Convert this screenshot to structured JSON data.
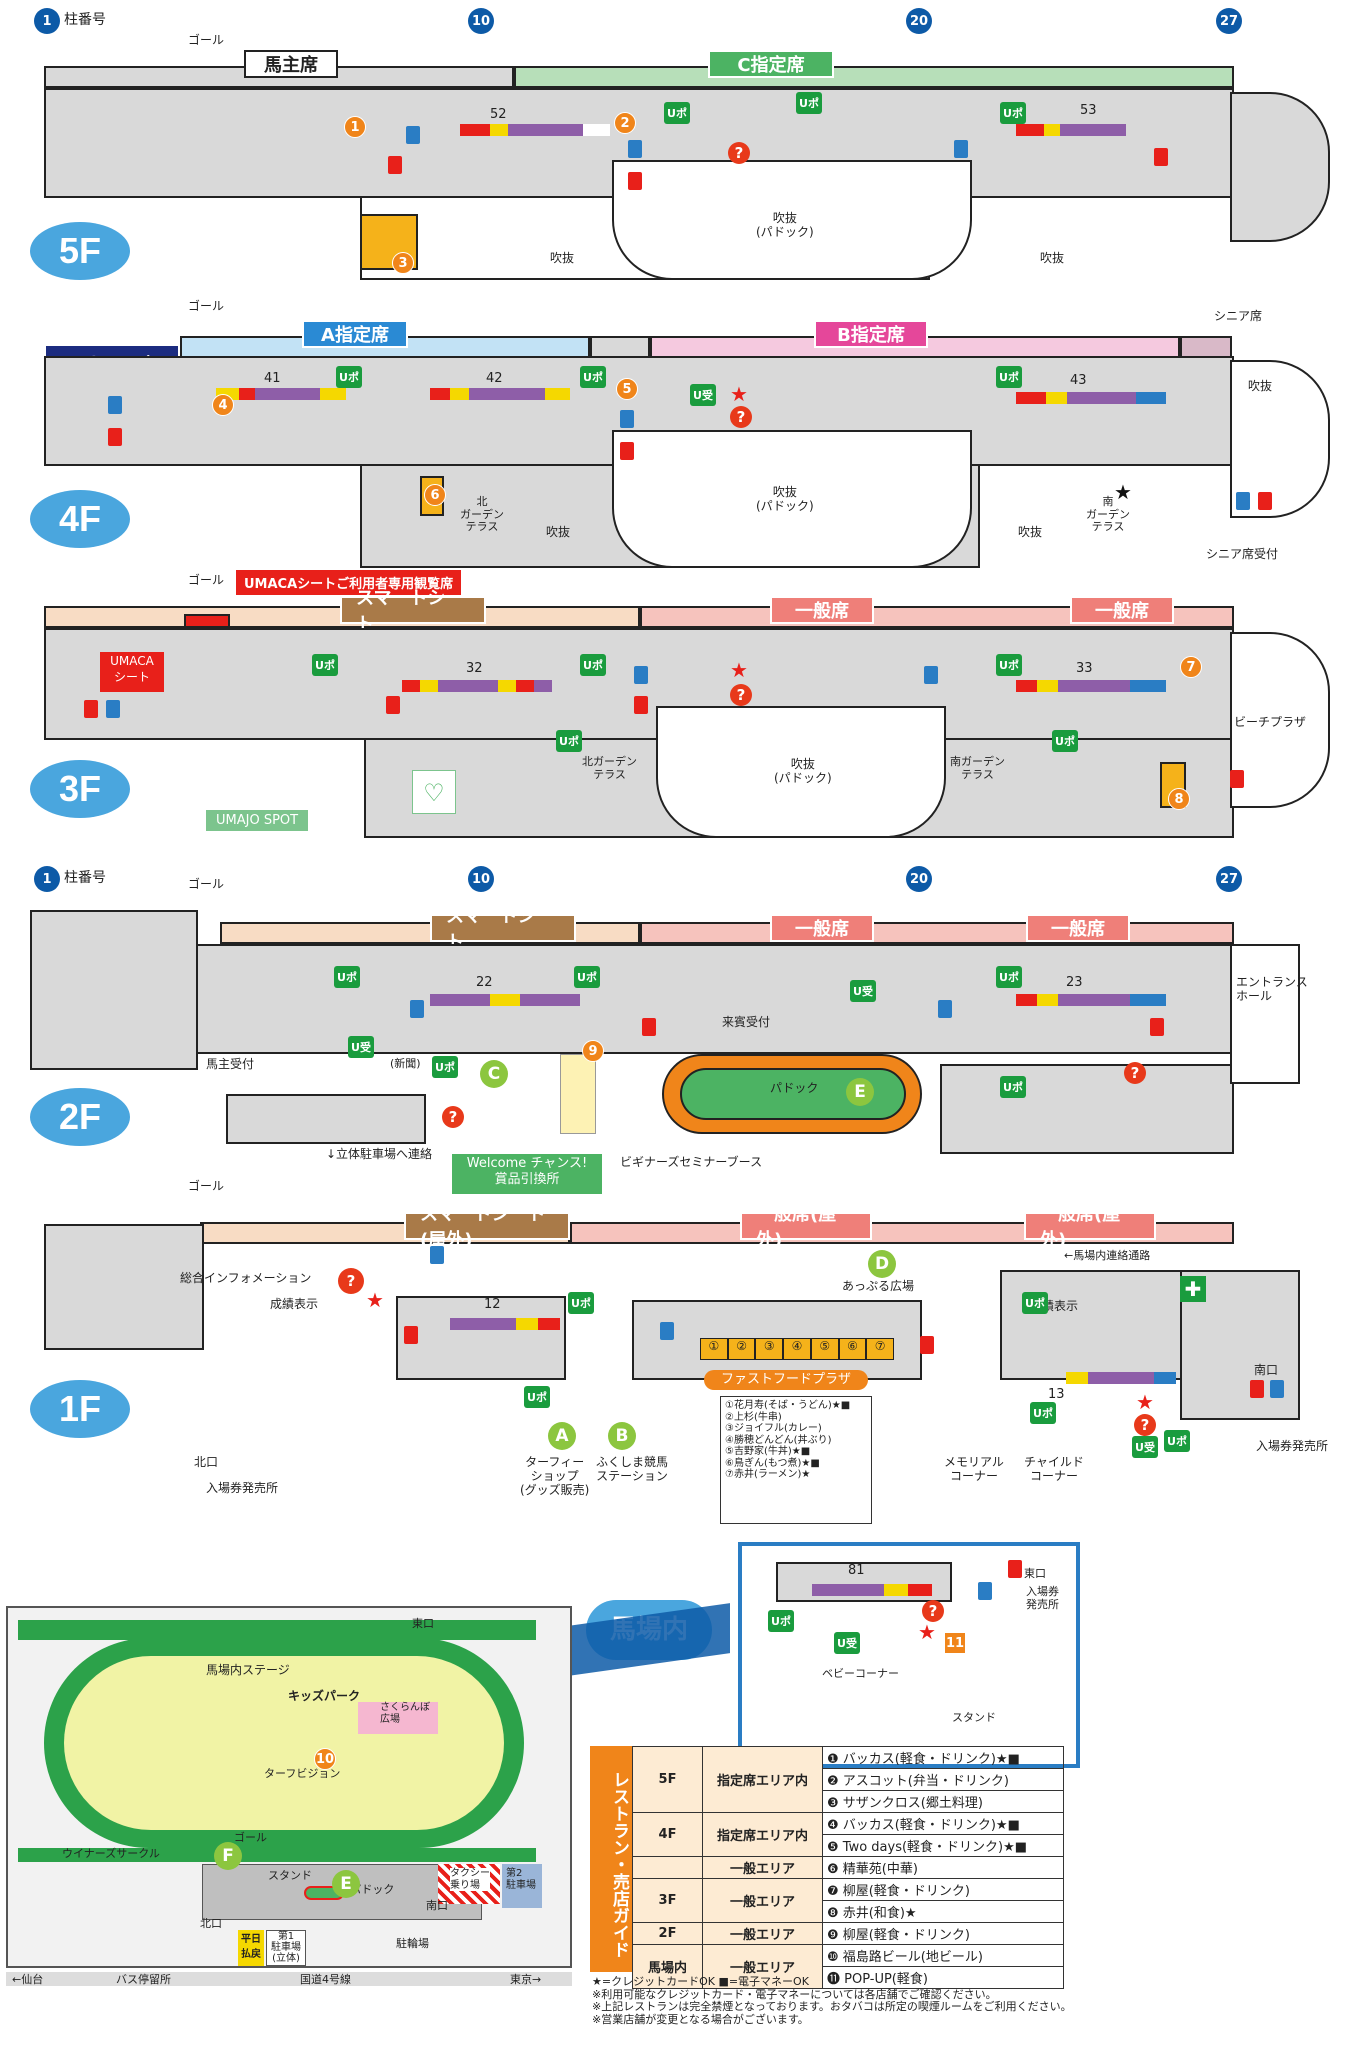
{
  "header": {
    "pillar_label": "柱番号",
    "columns": [
      "1",
      "10",
      "20",
      "27"
    ]
  },
  "goal_label": "ゴール",
  "floors": {
    "f5": {
      "badge": "5F",
      "seat_bands": {
        "umanushi": "馬主席",
        "c_reserved": "C指定席"
      },
      "blocks": [
        "52",
        "53"
      ],
      "atrium": "吹抜\n(パドック)",
      "void_label": "吹抜"
    },
    "f4": {
      "badge": "4F",
      "seat_bands": {
        "lounge": "ラウンジ席",
        "a_reserved": "A指定席",
        "b_reserved": "B指定席",
        "senior": "シニア席"
      },
      "blocks": [
        "41",
        "42",
        "43"
      ],
      "atrium": "吹抜\n(パドック)",
      "void_label": "吹抜",
      "north_terrace": "北\nガーデン\nテラス",
      "south_terrace": "南\nガーデン\nテラス",
      "senior_reception": "シニア席受付"
    },
    "f3": {
      "badge": "3F",
      "umaca_banner": "UMACAシートご利用者専用観覧席",
      "seat_bands": {
        "smart": "スマートシート",
        "general1": "一般席",
        "general2": "一般席"
      },
      "umaca_seat": "UMACA\nシート",
      "blocks": [
        "32",
        "33"
      ],
      "atrium": "吹抜\n(パドック)",
      "north_terrace": "北ガーデン\nテラス",
      "south_terrace": "南ガーデン\nテラス",
      "beach_plaza": "ビーチプラザ",
      "umajo_spot": "UMAJO SPOT"
    },
    "f2": {
      "badge": "2F",
      "seat_bands": {
        "smart": "スマートシート",
        "general1": "一般席",
        "general2": "一般席"
      },
      "blocks": [
        "22",
        "23"
      ],
      "entrance_hall": "エントランス\nホール",
      "owner_reception": "馬主受付",
      "newspaper": "(新聞)",
      "guest_reception": "来賓受付",
      "paddock": "パドック",
      "parking_link": "↓立体駐車場へ連絡",
      "welcome": "Welcome チャンス!\n賞品引換所",
      "beginners": "ビギナーズセミナーブース"
    },
    "f1": {
      "badge": "1F",
      "seat_bands": {
        "smart": "スマートシート(屋外)",
        "general1": "一般席(屋外)",
        "general2": "一般席(屋外)"
      },
      "blocks": [
        "12",
        "13"
      ],
      "info": "総合インフォメーション",
      "results1": "成績表示",
      "results2": "成績表示",
      "infield_passage": "←馬場内連絡通路",
      "apple_plaza": "あっぷる広場",
      "fastfood": "ファストフードプラザ",
      "north_exit": "北口",
      "north_ticket": "入場券発売所",
      "south_exit": "南口",
      "south_ticket": "入場券発売所",
      "turfy_shop": "ターフィー\nショップ\n(グッズ販売)",
      "fukushima_station": "ふくしま競馬\nステーション",
      "memorial": "メモリアル\nコーナー",
      "child": "チャイルド\nコーナー",
      "fastfood_list": [
        "①花月寿(そば・うどん)★■",
        "②上杉(牛串)",
        "③ジョイフル(カレー)",
        "④勝穂どんどん(丼ぶり)",
        "⑤吉野家(牛丼)★■",
        "⑥鳥ぎん(もつ煮)★■",
        "⑦赤井(ラーメン)★"
      ]
    }
  },
  "infield_inset": {
    "title": "馬場内",
    "block": "81",
    "east_exit": "東口",
    "ticket": "入場券\n発売所",
    "baby_corner": "ベビーコーナー",
    "stand": "スタンド"
  },
  "overview_map": {
    "east_exit": "東口",
    "stage": "馬場内ステージ",
    "kids_park": "キッズパーク",
    "sakuranbo": "さくらんぼ\n広場",
    "turf_vision": "ターフビジョン",
    "goal": "ゴール",
    "winners_circle": "ウイナーズサークル",
    "stand": "スタンド",
    "paddock": "パドック",
    "south_exit": "南口",
    "north_exit": "北口",
    "taxi": "タクシー\n乗り場",
    "parking2": "第2\n駐車場",
    "weekday_refund": "平日\n払戻",
    "parking1": "第1\n駐車場\n(立体)",
    "bike_parking": "駐輪場",
    "sendai": "←仙台",
    "bus_stop": "バス停留所",
    "route4": "国道4号線",
    "tokyo": "東京→"
  },
  "restaurant_guide": {
    "title": "レストラン・売店ガイド",
    "rows": [
      {
        "floor": "5F",
        "area": "指定席エリア内",
        "items": [
          "❶ バッカス(軽食・ドリンク)★■",
          "❷ アスコット(弁当・ドリンク)",
          "❸ サザンクロス(郷土料理)"
        ]
      },
      {
        "floor": "4F",
        "area": "指定席エリア内",
        "items": [
          "❹ バッカス(軽食・ドリンク)★■",
          "❺ Two days(軽食・ドリンク)★■"
        ]
      },
      {
        "floor": "",
        "area": "一般エリア",
        "items": [
          "❻ 精華苑(中華)"
        ]
      },
      {
        "floor": "3F",
        "area": "一般エリア",
        "items": [
          "❼ 柳屋(軽食・ドリンク)",
          "❽ 赤井(和食)★"
        ]
      },
      {
        "floor": "2F",
        "area": "一般エリア",
        "items": [
          "❾ 柳屋(軽食・ドリンク)"
        ]
      },
      {
        "floor": "馬場内",
        "area": "一般エリア",
        "items": [
          "❿ 福島路ビール(地ビール)",
          "⓫ POP-UP(軽食)"
        ]
      }
    ],
    "notes": [
      "★=クレジットカードOK ■=電子マネーOK",
      "※利用可能なクレジットカード・電子マネーについては各店舗でご確認ください。",
      "※上記レストランは完全禁煙となっております。おタバコは所定の喫煙ルームをご利用ください。",
      "※営業店舗が変更となる場合がございます。"
    ]
  },
  "colors": {
    "c_reserved": "#4cb363",
    "a_reserved": "#5ab5e5",
    "b_reserved": "#e5479a",
    "general": "#ef7f79",
    "smart": "#a97a48",
    "lounge": "#1c2c80",
    "orange": "#f0851a",
    "red": "#e8201a",
    "badge": "#4aa6de"
  }
}
